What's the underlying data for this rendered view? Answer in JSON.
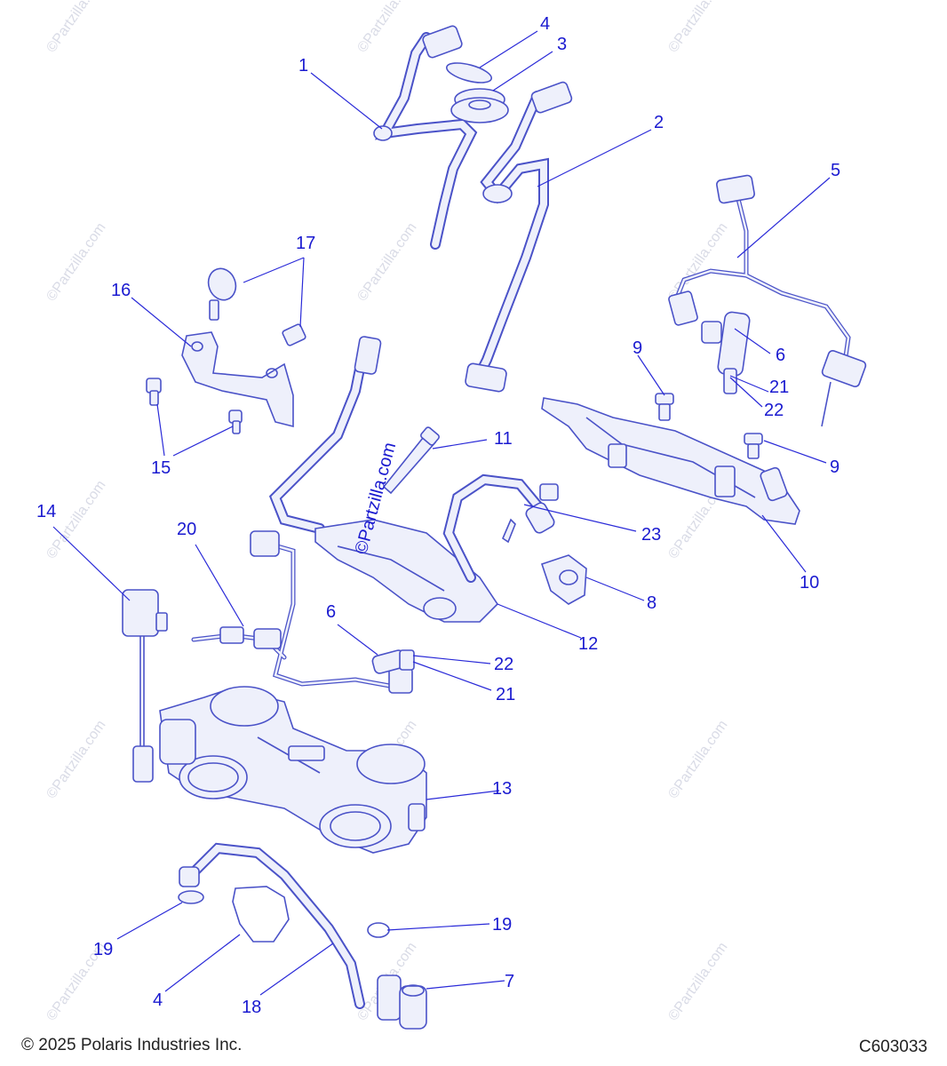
{
  "callouts": {
    "c1": "1",
    "c2": "2",
    "c3": "3",
    "c4a": "4",
    "c4b": "4",
    "c5": "5",
    "c6a": "6",
    "c6b": "6",
    "c7": "7",
    "c8": "8",
    "c9a": "9",
    "c9b": "9",
    "c10": "10",
    "c11": "11",
    "c12": "12",
    "c13": "13",
    "c14": "14",
    "c15": "15",
    "c16": "16",
    "c17": "17",
    "c18": "18",
    "c19a": "19",
    "c19b": "19",
    "c20": "20",
    "c21a": "21",
    "c21b": "21",
    "c22a": "22",
    "c22b": "22",
    "c23": "23"
  },
  "watermark": {
    "main": "©Partzilla.com",
    "tile": "©Partzilla.com"
  },
  "footer": {
    "copyright": "© 2025 Polaris Industries Inc.",
    "code": "C603033"
  }
}
